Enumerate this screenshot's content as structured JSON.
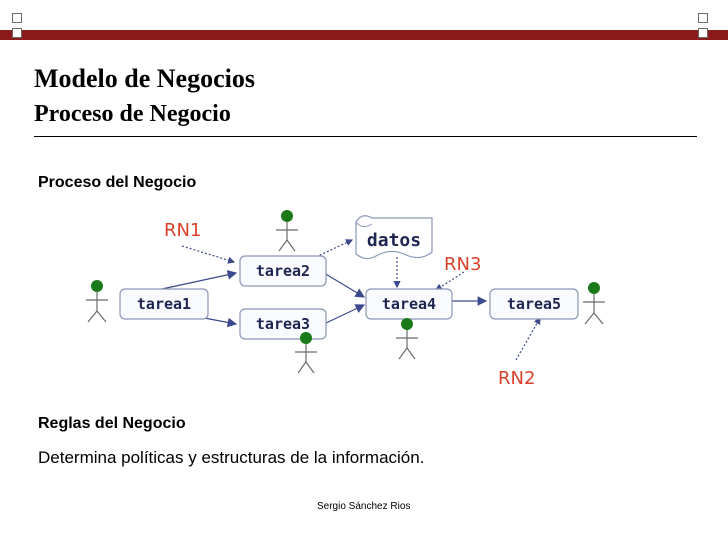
{
  "slide": {
    "title": "Modelo de Negocios",
    "subtitle": "Proceso de Negocio",
    "section_process": "Proceso del Negocio",
    "section_rules": "Reglas del Negocio",
    "rules_text": "Determina políticas y estructuras de la información.",
    "footer": "Sergio Sánchez Rios"
  },
  "diagram": {
    "tasks": [
      "tarea1",
      "tarea2",
      "tarea3",
      "tarea4",
      "tarea5"
    ],
    "data_label": "datos",
    "rules": [
      "RN1",
      "RN2",
      "RN3"
    ],
    "colors": {
      "accent_stripe": "#8b1a1a",
      "rule_label": "#d9412a",
      "actor_head": "#1a7a1a",
      "box_border": "#8c97b8",
      "arrow": "#3c4a8c"
    }
  }
}
